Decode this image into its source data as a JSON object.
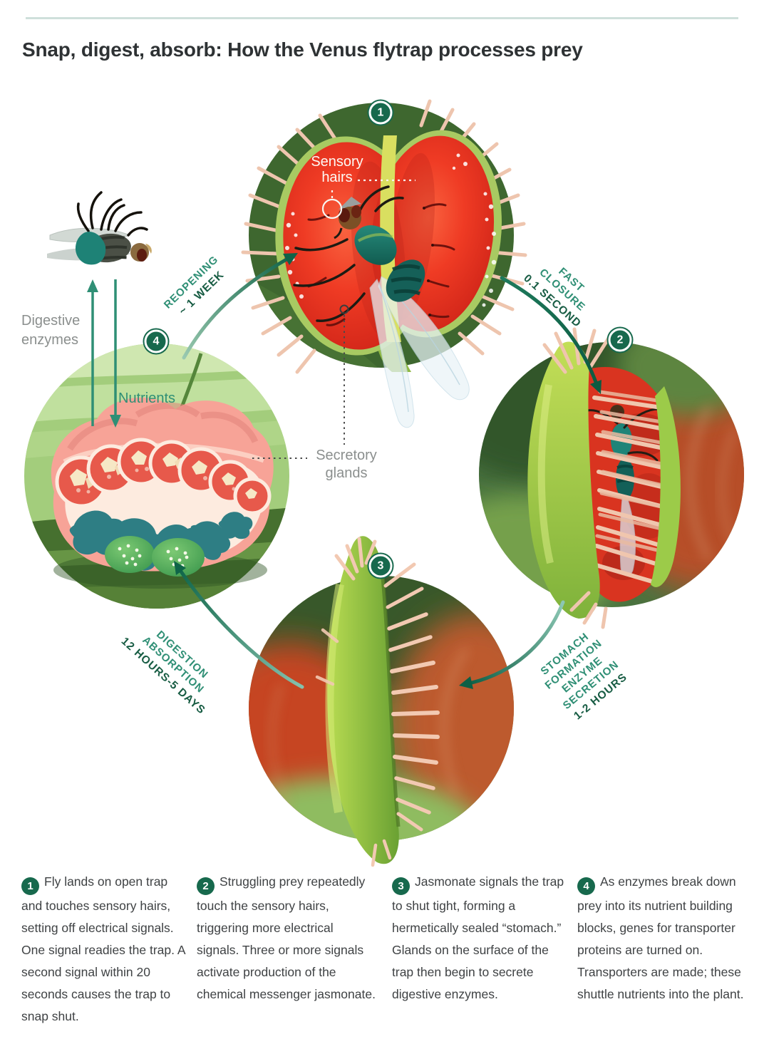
{
  "page": {
    "title": "Snap, digest, absorb: How the Venus flytrap processes prey"
  },
  "palette": {
    "badge_green": "#17694d",
    "arrow_dark": "#0d5f45",
    "arrow_light": "#8cc7b4",
    "label_teal": "#2f8f75",
    "label_dark_teal": "#175c43",
    "body_text": "#3f4244",
    "muted_gray": "#8b8f8e",
    "rule": "#cfe0db",
    "trap_red": "#d93420",
    "leaf_green": "#8fbf43"
  },
  "cycle": {
    "callouts": {
      "sensory_hairs": "Sensory\nhairs",
      "secretory_glands": "Secretory\nglands",
      "digestive_enzymes": "Digestive\nenzymes",
      "nutrients": "Nutrients"
    },
    "transitions": [
      {
        "id": "fast-closure",
        "lines": [
          "FAST",
          "CLOSURE"
        ],
        "duration": "0.1 SECOND"
      },
      {
        "id": "stomach-formation",
        "lines": [
          "STOMACH",
          "FORMATION",
          "ENZYME",
          "SECRETION"
        ],
        "duration": "1-2 HOURS"
      },
      {
        "id": "digestion-absorption",
        "lines": [
          "DIGESTION",
          "ABSORPTION"
        ],
        "duration": "12 HOURS-5 DAYS"
      },
      {
        "id": "reopening",
        "lines": [
          "REOPENING"
        ],
        "duration": "~ 1 WEEK"
      }
    ],
    "stages": [
      {
        "number": "1",
        "description": "Fly lands on open trap and touches sensory hairs, setting off electrical signals. One signal readies the trap. A second signal within 20 seconds causes the trap to snap shut."
      },
      {
        "number": "2",
        "description": "Struggling prey repeatedly touch the sensory hairs, triggering more electrical signals. Three or more signals activate production of the chemical messenger jasmonate."
      },
      {
        "number": "3",
        "description": "Jasmonate signals the trap to shut tight, forming a hermetically sealed “stomach.” Glands on the surface of the trap then begin to secrete digestive enzymes."
      },
      {
        "number": "4",
        "description": "As enzymes break down prey into its nutrient building blocks, genes for transporter proteins are turned on. Transporters are made; these shuttle nutrients into the plant."
      }
    ]
  }
}
